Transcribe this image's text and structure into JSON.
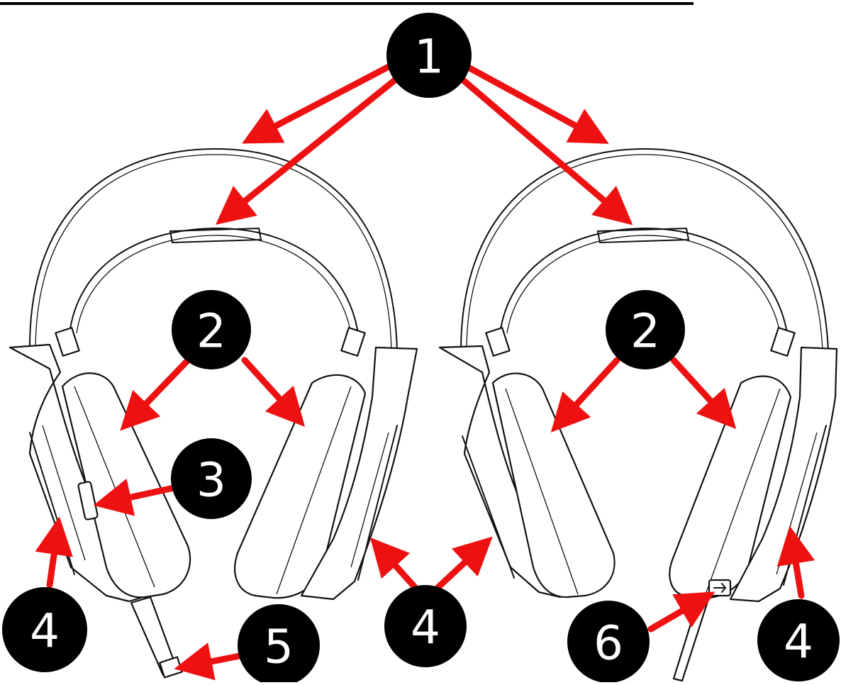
{
  "callouts": {
    "c1": "1",
    "c2a": "2",
    "c2b": "2",
    "c3": "3",
    "c4a": "4",
    "c4b": "4",
    "c4c": "4",
    "c5": "5",
    "c6": "6"
  },
  "colors": {
    "callout_fill": "#000000",
    "callout_text": "#ffffff",
    "arrow": "#ee1111",
    "outline": "#111111",
    "background": "#ffffff"
  }
}
